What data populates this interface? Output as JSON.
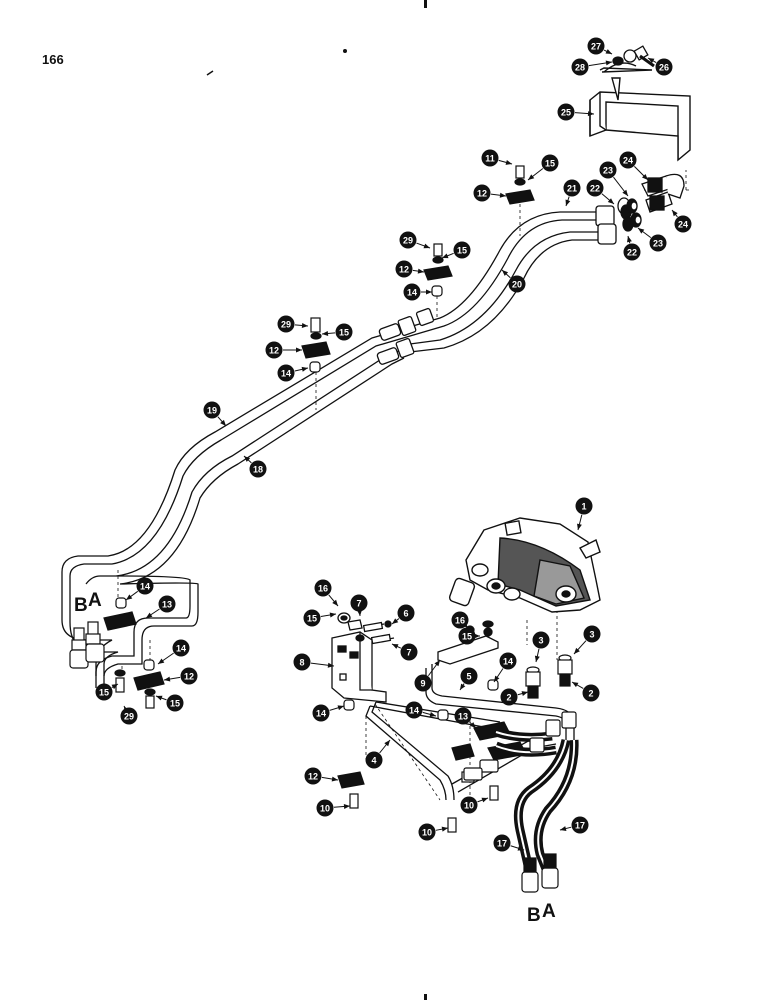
{
  "page": {
    "number": "166"
  },
  "ports": {
    "left_b": "B",
    "left_a": "A",
    "right_b": "B",
    "right_a": "A"
  },
  "callouts": [
    {
      "id": "c27",
      "label": "27"
    },
    {
      "id": "c26",
      "label": "26"
    },
    {
      "id": "c28",
      "label": "28"
    },
    {
      "id": "c25",
      "label": "25"
    },
    {
      "id": "c11",
      "label": "11"
    },
    {
      "id": "c15a",
      "label": "15"
    },
    {
      "id": "c12a",
      "label": "12"
    },
    {
      "id": "c21",
      "label": "21"
    },
    {
      "id": "c22a",
      "label": "22"
    },
    {
      "id": "c23a",
      "label": "23"
    },
    {
      "id": "c24a",
      "label": "24"
    },
    {
      "id": "c24b",
      "label": "24"
    },
    {
      "id": "c22b",
      "label": "22"
    },
    {
      "id": "c23b",
      "label": "23"
    },
    {
      "id": "c29a",
      "label": "29"
    },
    {
      "id": "c15b",
      "label": "15"
    },
    {
      "id": "c12b",
      "label": "12"
    },
    {
      "id": "c14a",
      "label": "14"
    },
    {
      "id": "c20",
      "label": "20"
    },
    {
      "id": "c29b",
      "label": "29"
    },
    {
      "id": "c15c",
      "label": "15"
    },
    {
      "id": "c12c",
      "label": "12"
    },
    {
      "id": "c14b",
      "label": "14"
    },
    {
      "id": "c19",
      "label": "19"
    },
    {
      "id": "c18",
      "label": "18"
    },
    {
      "id": "c1",
      "label": "1"
    },
    {
      "id": "c14c",
      "label": "14"
    },
    {
      "id": "c13a",
      "label": "13"
    },
    {
      "id": "c14d",
      "label": "14"
    },
    {
      "id": "c12d",
      "label": "12"
    },
    {
      "id": "c15d",
      "label": "15"
    },
    {
      "id": "c29c",
      "label": "29"
    },
    {
      "id": "c15e",
      "label": "15"
    },
    {
      "id": "c16a",
      "label": "16"
    },
    {
      "id": "c7a",
      "label": "7"
    },
    {
      "id": "c6",
      "label": "6"
    },
    {
      "id": "c15f",
      "label": "15"
    },
    {
      "id": "c7b",
      "label": "7"
    },
    {
      "id": "c8",
      "label": "8"
    },
    {
      "id": "c16b",
      "label": "16"
    },
    {
      "id": "c15g",
      "label": "15"
    },
    {
      "id": "c3a",
      "label": "3"
    },
    {
      "id": "c3b",
      "label": "3"
    },
    {
      "id": "c9",
      "label": "9"
    },
    {
      "id": "c14e",
      "label": "14"
    },
    {
      "id": "c5",
      "label": "5"
    },
    {
      "id": "c2a",
      "label": "2"
    },
    {
      "id": "c2b",
      "label": "2"
    },
    {
      "id": "c14f",
      "label": "14"
    },
    {
      "id": "c14g",
      "label": "14"
    },
    {
      "id": "c13b",
      "label": "13"
    },
    {
      "id": "c4",
      "label": "4"
    },
    {
      "id": "c12e",
      "label": "12"
    },
    {
      "id": "c10a",
      "label": "10"
    },
    {
      "id": "c10b",
      "label": "10"
    },
    {
      "id": "c10c",
      "label": "10"
    },
    {
      "id": "c17a",
      "label": "17"
    },
    {
      "id": "c17b",
      "label": "17"
    }
  ]
}
